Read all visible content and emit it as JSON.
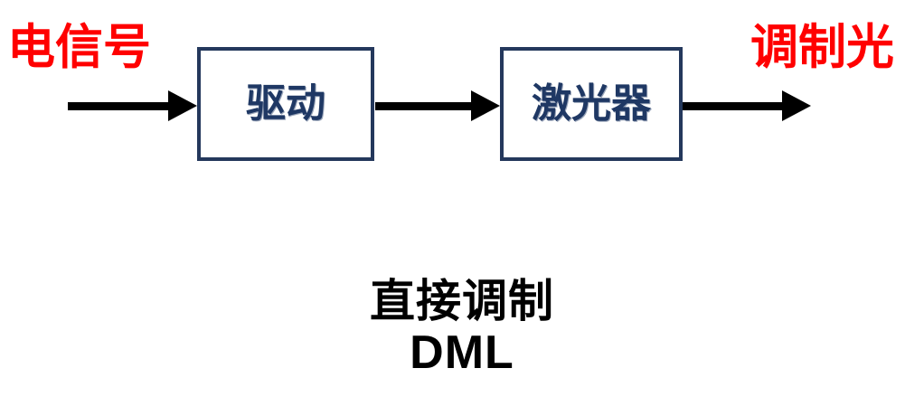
{
  "diagram": {
    "type": "block-flow",
    "title_cn": "直接调制",
    "title_en": "DML",
    "input_label": "电信号",
    "output_label": "调制光",
    "blocks": [
      {
        "id": "driver",
        "label": "驱动"
      },
      {
        "id": "laser",
        "label": "激光器"
      }
    ],
    "arrows": [
      {
        "id": "input-arrow",
        "from": "电信号",
        "to": "驱动",
        "glyph": "arrow-right"
      },
      {
        "id": "middle-arrow",
        "from": "驱动",
        "to": "激光器",
        "glyph": "arrow-right"
      },
      {
        "id": "output-arrow",
        "from": "激光器",
        "to": "调制光",
        "glyph": "arrow-right"
      }
    ],
    "colors": {
      "io_text": "#ff0000",
      "box_border": "#24385c",
      "box_text": "#1f3864",
      "arrow": "#000000",
      "caption": "#000000",
      "background": "#ffffff"
    }
  }
}
